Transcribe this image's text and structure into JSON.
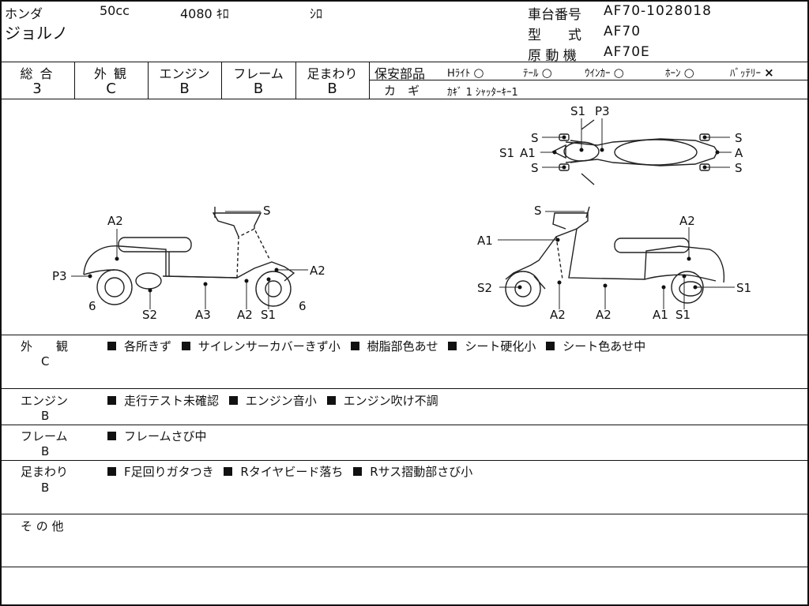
{
  "header": {
    "maker": "ホンダ",
    "displacement": "50cc",
    "mileage": "4080 ｷﾛ",
    "color": "ｼﾛ",
    "model_name": "ジョルノ",
    "frame_no_label": "車台番号",
    "frame_no": "AF70-1028018",
    "type_label": "型　　式",
    "type": "AF70",
    "engine_label": "原 動 機",
    "engine": "AF70E"
  },
  "grades": {
    "overall": {
      "label": "総 合",
      "value": "3"
    },
    "exterior": {
      "label": "外 観",
      "value": "C"
    },
    "engine": {
      "label": "エンジン",
      "value": "B"
    },
    "frame": {
      "label": "フレーム",
      "value": "B"
    },
    "suspension": {
      "label": "足まわり",
      "value": "B"
    }
  },
  "safety": {
    "label": "保安部品",
    "items": [
      {
        "name": "Hﾗｲﾄ",
        "mark": "○"
      },
      {
        "name": "ﾃｰﾙ",
        "mark": "○"
      },
      {
        "name": "ｳｲﾝｶｰ",
        "mark": "○"
      },
      {
        "name": "ﾎｰﾝ",
        "mark": "○"
      },
      {
        "name": "ﾊﾞｯﾃﾘｰ",
        "mark": "×"
      }
    ],
    "key_label": "カ　ギ",
    "key_value": "ｶｷﾞ 1  ｼｬｯﾀｰｷｰ1"
  },
  "diagram_labels": {
    "left_view": [
      "S",
      "A2",
      "P3",
      "6",
      "S2",
      "A3",
      "A2",
      "S1",
      "A2",
      "6"
    ],
    "right_view": [
      "S",
      "A2",
      "A1",
      "S2",
      "A2",
      "A2",
      "A1",
      "S1",
      "S1"
    ],
    "top_view": [
      "S1",
      "P3",
      "S",
      "S",
      "S1",
      "A1",
      "A",
      "S",
      "S"
    ]
  },
  "sections": [
    {
      "title": "外　　観",
      "grade": "C",
      "notes": [
        "各所きず",
        "サイレンサーカバーきず小",
        "樹脂部色あせ",
        "シート硬化小",
        "シート色あせ中"
      ]
    },
    {
      "title": "エンジン",
      "grade": "B",
      "notes": [
        "走行テスト未確認",
        "エンジン音小",
        "エンジン吹け不調"
      ]
    },
    {
      "title": "フレーム",
      "grade": "B",
      "notes": [
        "フレームさび中"
      ]
    },
    {
      "title": "足まわり",
      "grade": "B",
      "notes": [
        "F足回りガタつき",
        "Rタイヤビード落ち",
        "Rサス摺動部さび小"
      ]
    },
    {
      "title": "そ の 他",
      "grade": "",
      "notes": []
    }
  ]
}
